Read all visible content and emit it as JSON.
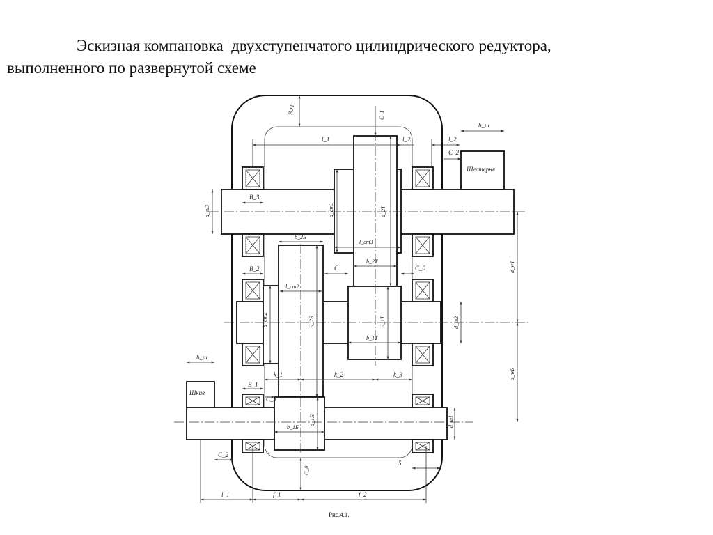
{
  "title": {
    "line1": "Эскизная компановка  двухступенчатого цилиндрического редуктора,",
    "line2": "выполненного по развернутой схеме"
  },
  "figure": {
    "caption": "Рис.4.1.",
    "gear_label": "Шестерня",
    "pulley_label": "Шкив",
    "labels": {
      "B_vp": "B_вр",
      "C1_top": "C_1",
      "C1_bottom": "C_0",
      "l1": "l_1",
      "l2": "l_2",
      "l2_right": "l_2",
      "C2_top": "C_2",
      "b_sh_top": "b_ш",
      "B3": "B_3",
      "d_sh3": "d_ш3",
      "d_st3": "d_ст3",
      "d_2T": "d_2T",
      "l_st3": "l_ст3",
      "b_2B": "b_2Б",
      "b_2T": "b_2T",
      "B2": "B_2",
      "C_mid": "C",
      "C0_mid": "C_0",
      "l_st2": "l_ст2",
      "d_st2": "d_ст2",
      "d_2B": "d_2Б",
      "d_1T": "d_1T",
      "d_sh2": "d_ш2",
      "b_1T": "b_1T",
      "a_wT": "a_wT",
      "a_wB": "a_wБ",
      "b_sh_left": "b_ш",
      "B1": "B_1",
      "C3": "C_3",
      "k1": "k_1",
      "k2": "k_2",
      "k3": "k_3",
      "d_1B": "d_1Б",
      "b_1B": "b_1Б",
      "d_sh1": "d_ш1",
      "C2_bottom": "C_2",
      "C0_bottom": "C_0",
      "five": "5",
      "l1_bottom": "l_1",
      "f1": "f_1",
      "f2": "f_2"
    }
  }
}
